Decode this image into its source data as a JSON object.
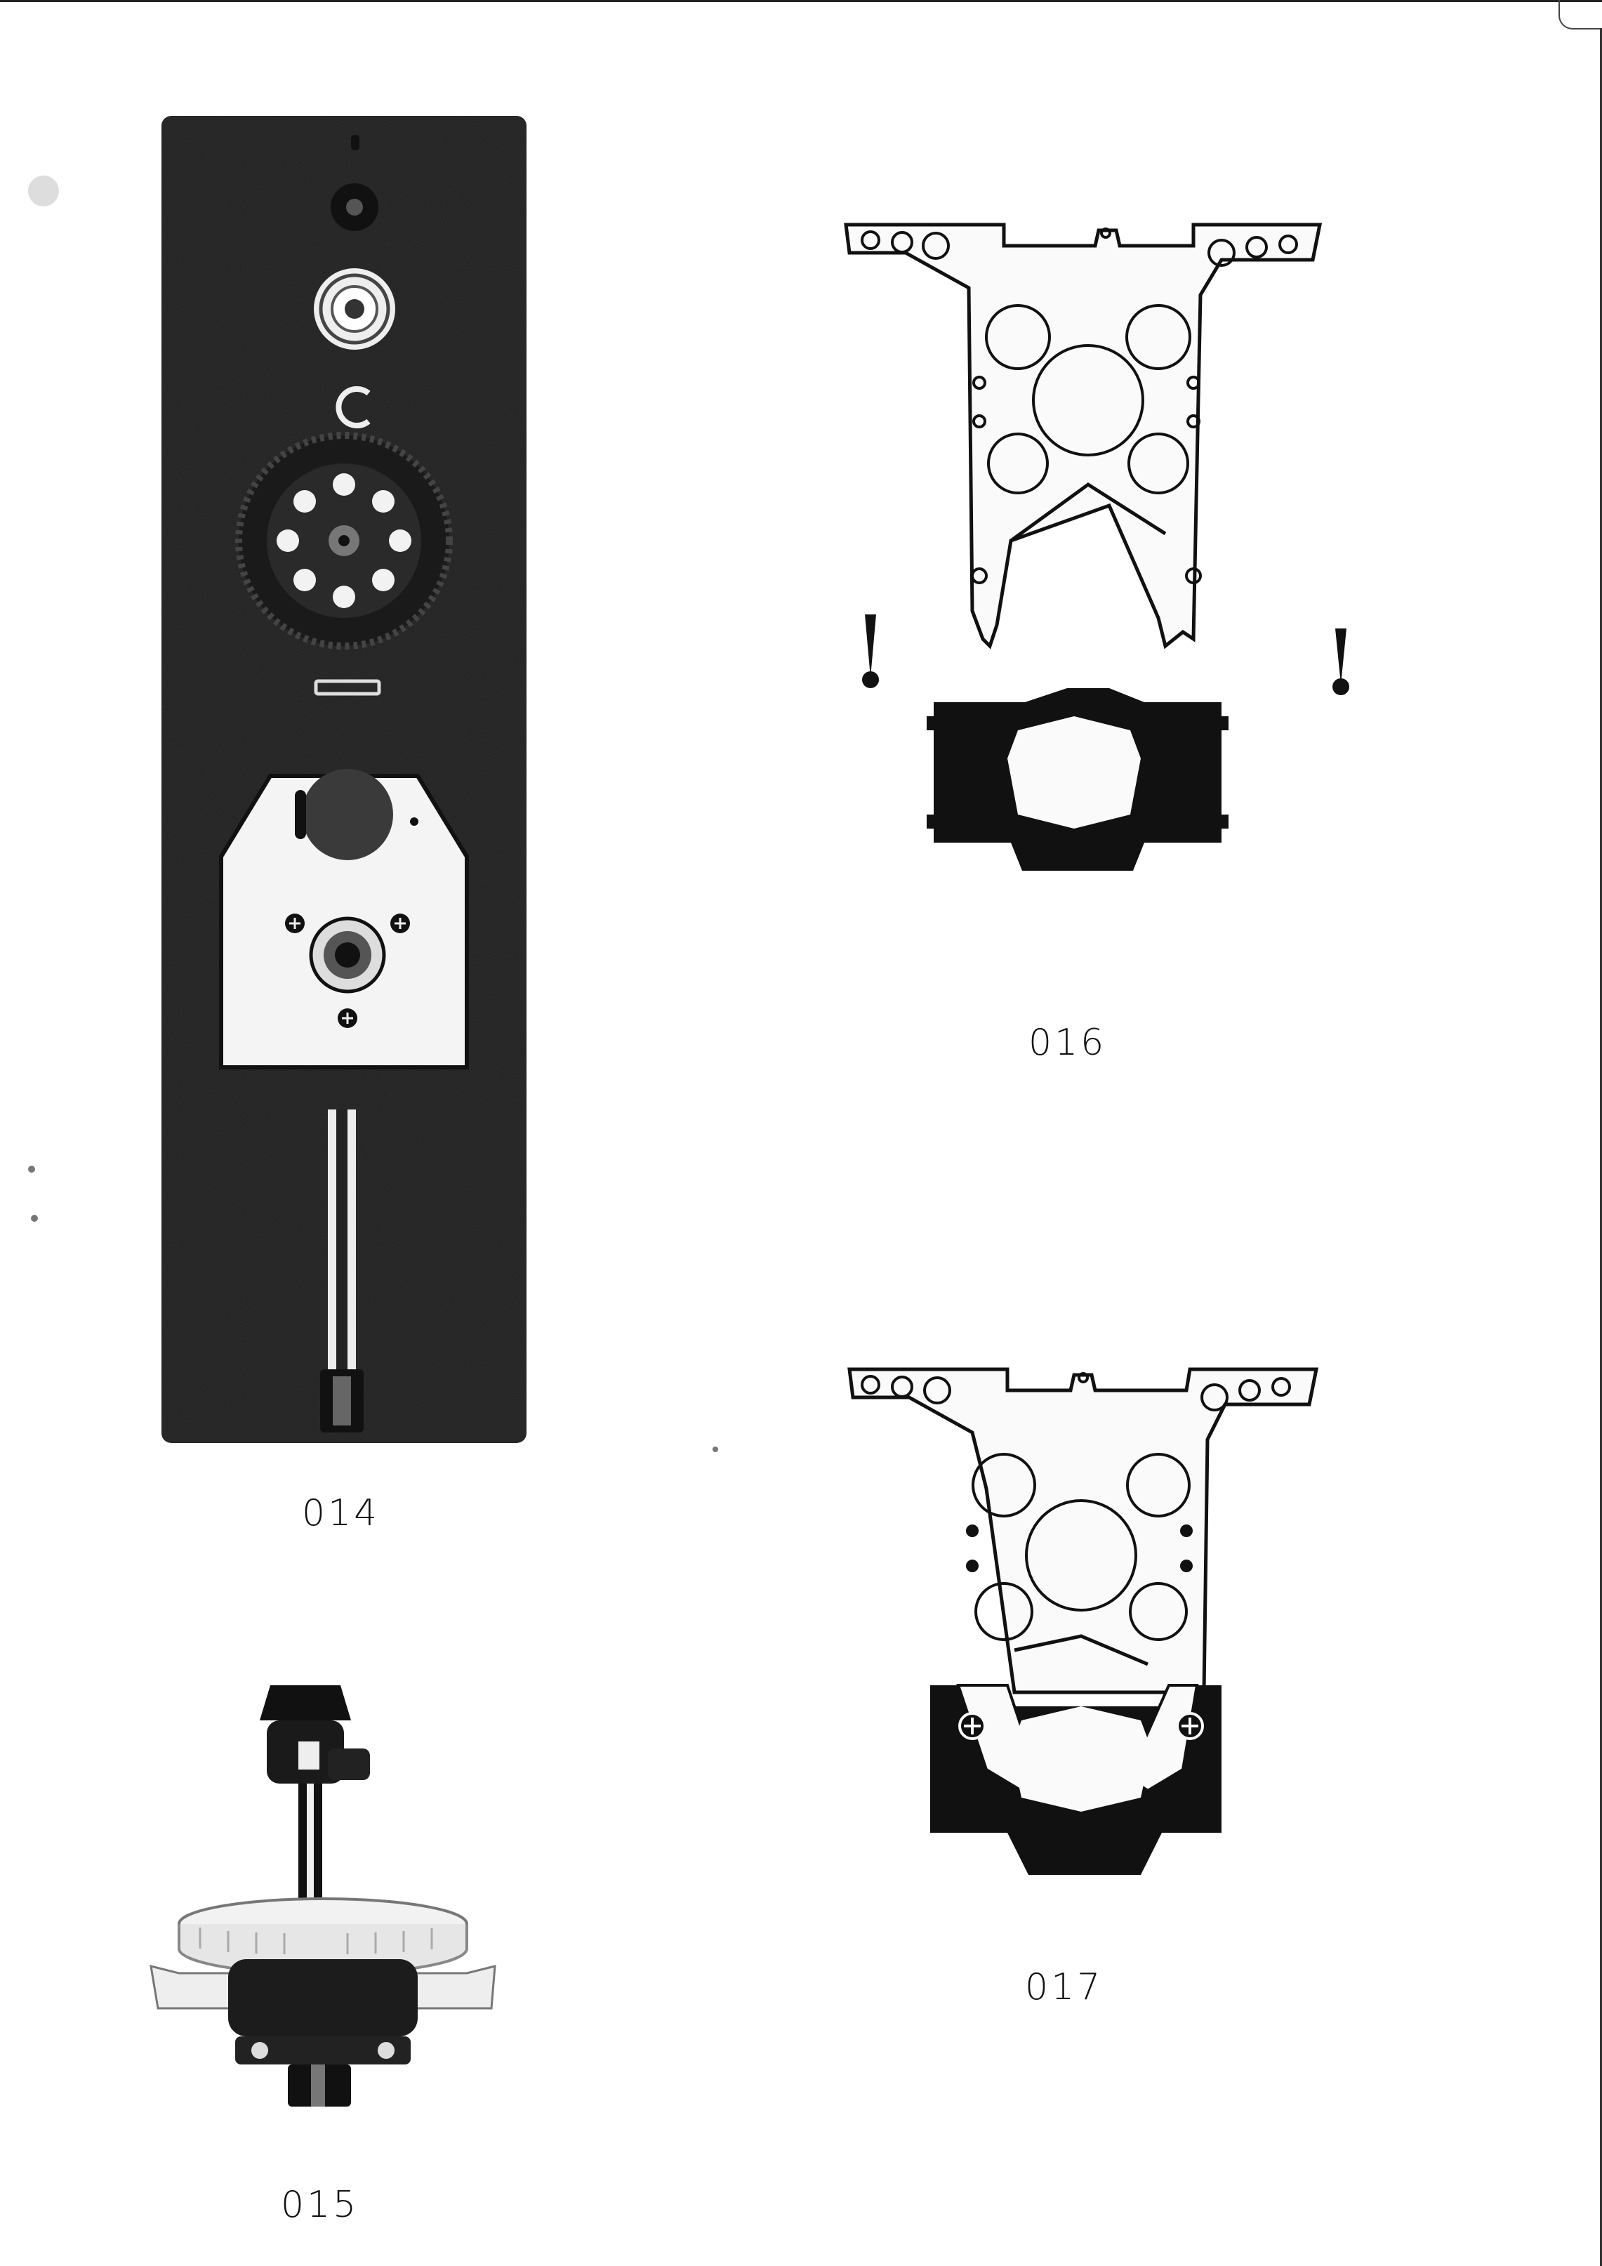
{
  "figures": [
    {
      "caption": "014"
    },
    {
      "caption": "015"
    },
    {
      "caption": "016"
    },
    {
      "caption": "017"
    }
  ]
}
